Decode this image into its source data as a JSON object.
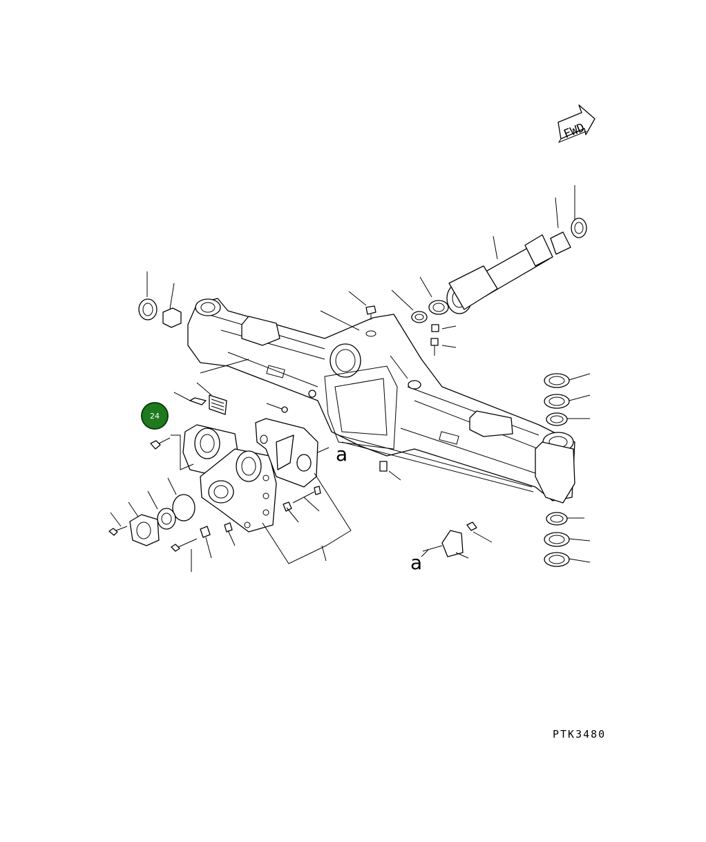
{
  "drawing_code": "PTK3480",
  "direction_marker": {
    "label": "FWD"
  },
  "view_reference": {
    "letter": "a"
  },
  "callouts": [
    {
      "label": "24",
      "color": "#1f7a1f"
    }
  ]
}
